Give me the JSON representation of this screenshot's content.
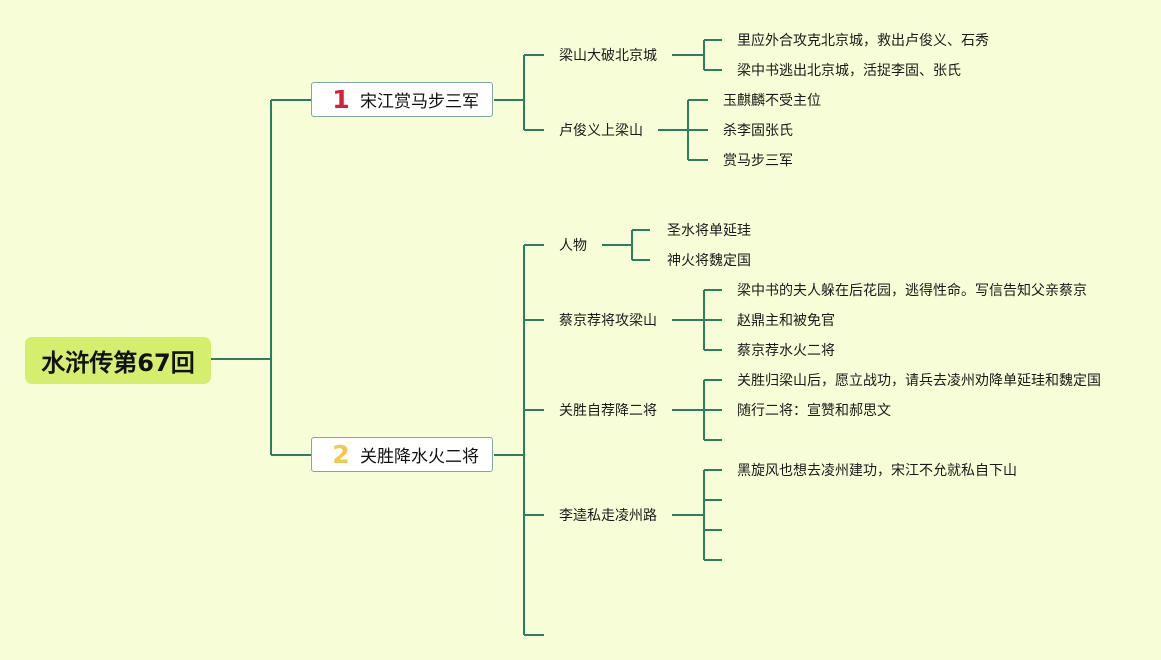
{
  "root": {
    "title": "水浒传第67回"
  },
  "colors": {
    "line": "#2a7f62",
    "background": "#f7fdd6",
    "root_fill": "#d6ee6e",
    "num1": "#d81e3a",
    "num2": "#f2c94c"
  },
  "branches": [
    {
      "number": "1",
      "title": "宋江赏马步三军",
      "children": [
        {
          "title": "梁山大破北京城",
          "items": [
            "里应外合攻克北京城，救出卢俊义、石秀",
            "梁中书逃出北京城，活捉李固、张氏"
          ]
        },
        {
          "title": "卢俊义上梁山",
          "items": [
            "玉麒麟不受主位",
            "杀李固张氏",
            "赏马步三军"
          ]
        }
      ]
    },
    {
      "number": "2",
      "title": "关胜降水火二将",
      "children": [
        {
          "title": "人物",
          "items": [
            "圣水将单延珪",
            "神火将魏定国"
          ]
        },
        {
          "title": "蔡京荐将攻梁山",
          "items": [
            "梁中书的夫人躲在后花园，逃得性命。写信告知父亲蔡京",
            "赵鼎主和被免官",
            "蔡京荐水火二将"
          ]
        },
        {
          "title": "关胜自荐降二将",
          "items": [
            "关胜归梁山后，愿立战功，请兵去凌州劝降单延珪和魏定国",
            "随行二将：宣赞和郝思文",
            ""
          ]
        },
        {
          "title": "李逵私走凌州路",
          "items": [
            "黑旋风也想去凌州建功，宋江不允就私自下山",
            "",
            "",
            ""
          ]
        },
        {
          "title": "",
          "items": []
        }
      ]
    }
  ]
}
